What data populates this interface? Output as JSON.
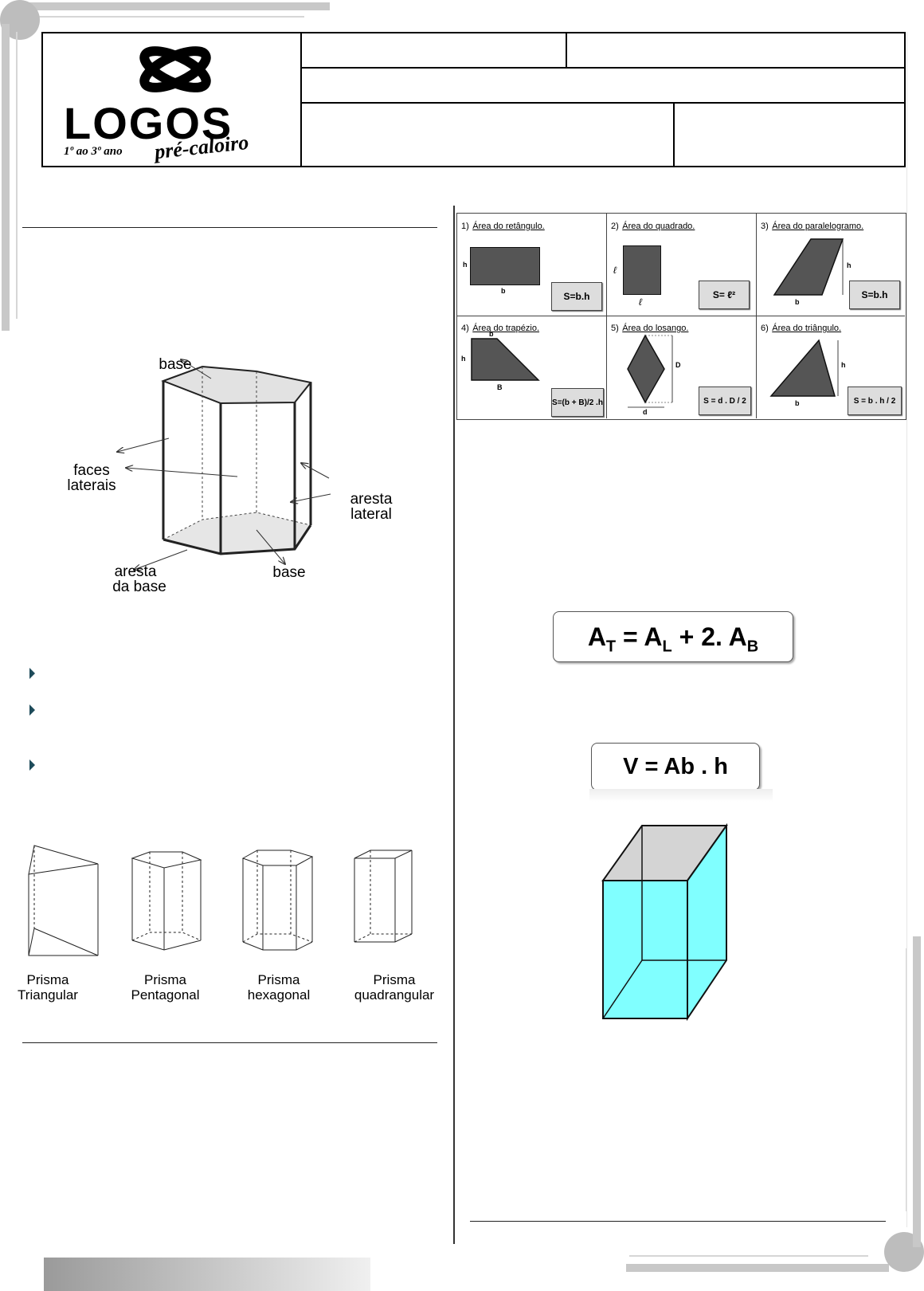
{
  "logo": {
    "main": "LOGOS",
    "sub": "1º ao 3º ano",
    "tag": "pré-caloiro"
  },
  "prism_diagram": {
    "labels": {
      "base_top": "base",
      "faces_1": "faces",
      "faces_2": "laterais",
      "aresta_lateral_1": "aresta",
      "aresta_lateral_2": "lateral",
      "aresta_base_1": "aresta",
      "aresta_base_2": "da base",
      "base_bottom": "base"
    }
  },
  "prism_types": [
    {
      "line1": "Prisma",
      "line2": "Triangular"
    },
    {
      "line1": "Prisma",
      "line2": "Pentagonal"
    },
    {
      "line1": "Prisma",
      "line2": "hexagonal"
    },
    {
      "line1": "Prisma",
      "line2": "quadrangular"
    }
  ],
  "area_table": [
    {
      "num": "1)",
      "title": "Área do retângulo.",
      "formula": "S=b.h",
      "labels": [
        "h",
        "b"
      ]
    },
    {
      "num": "2)",
      "title": "Área do quadrado.",
      "formula": "S= ℓ²",
      "labels": [
        "ℓ",
        "ℓ"
      ]
    },
    {
      "num": "3)",
      "title": "Área do paralelogramo.",
      "formula": "S=b.h",
      "labels": [
        "h",
        "b"
      ]
    },
    {
      "num": "4)",
      "title": "Área do trapézio.",
      "formula": "S=(b + B)/2 .h",
      "labels": [
        "b",
        "h",
        "B"
      ]
    },
    {
      "num": "5)",
      "title": "Área do losango.",
      "formula": "S = d . D / 2",
      "labels": [
        "D",
        "d"
      ]
    },
    {
      "num": "6)",
      "title": "Área do triângulo.",
      "formula": "S = b . h / 2",
      "labels": [
        "h",
        "b"
      ]
    }
  ],
  "formulas": {
    "total_area": {
      "A": "A",
      "T": "T",
      "eq": " = A",
      "L": "L",
      "plus": " + 2. A",
      "B": "B"
    },
    "volume": "V = Ab . h"
  },
  "colors": {
    "cuboid_fill": "#80FFFF",
    "cuboid_top": "#D4D4D4",
    "bullet": "#1E4B5A",
    "shape_fill": "#555555"
  }
}
